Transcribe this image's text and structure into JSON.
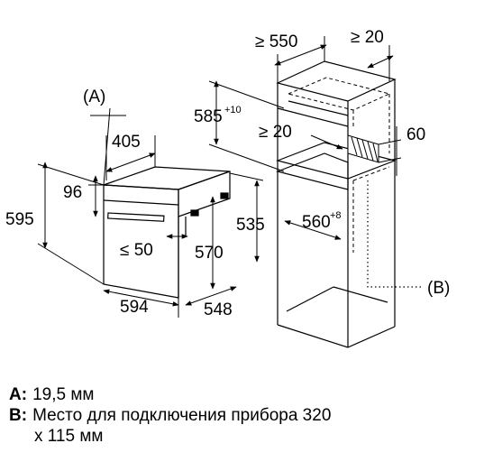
{
  "diagram": {
    "dims": {
      "a_ref": "(A)",
      "d405": "405",
      "d96": "96",
      "d595": "595",
      "d535": "535",
      "d570": "570",
      "d_le50": "≤ 50",
      "d594": "594",
      "d548": "548",
      "d_ge550": "≥ 550",
      "d_ge20_top": "≥ 20",
      "d585": "585",
      "d585_sup": "+10",
      "d_ge20_mid": "≥ 20",
      "d60": "60",
      "d560": "560",
      "d560_sup": "+8",
      "b_ref": "(B)"
    }
  },
  "legend": {
    "a_key": "A:",
    "a_text": "19,5 мм",
    "b_key": "B:",
    "b_text": "Место для подключения прибора 320",
    "b_text_cont": "x 115 мм"
  }
}
